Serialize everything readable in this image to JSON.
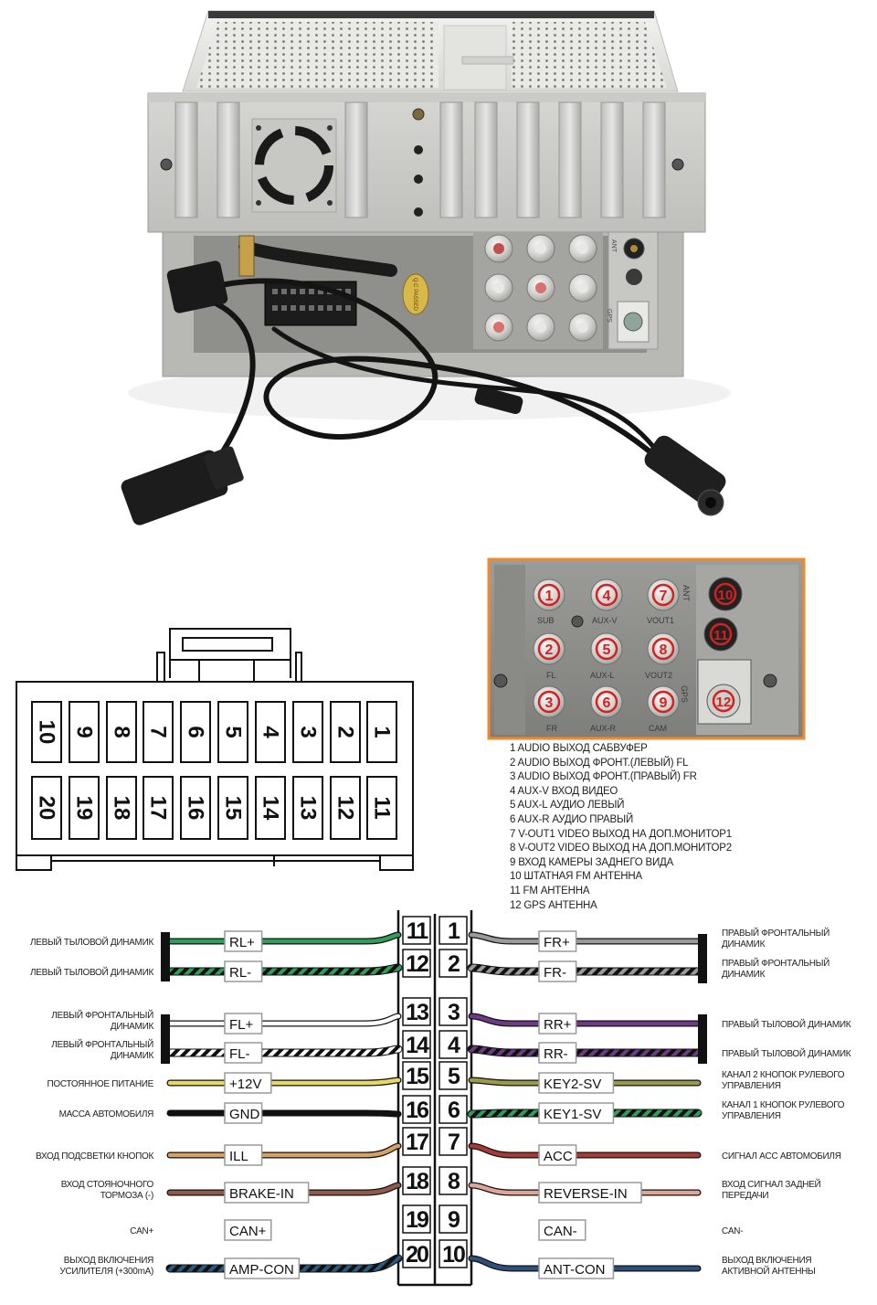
{
  "photo_labels": {
    "ant": "ANT",
    "gps": "GPS",
    "badge": "Q.C PASSED"
  },
  "panel_labels": {
    "ant": "ANT",
    "gps": "GPS",
    "sub": "SUB",
    "aux_v": "AUX-V",
    "vout1": "VOUT1",
    "aux_l": "AUX-L",
    "vout2": "VOUT2",
    "aux_r": "AUX-R",
    "cam": "CAM",
    "fl": "FL",
    "fr": "FR"
  },
  "panel_numbers": [
    "1",
    "2",
    "3",
    "4",
    "5",
    "6",
    "7",
    "8",
    "9",
    "10",
    "11",
    "12"
  ],
  "connector": {
    "top_row": [
      "10",
      "9",
      "8",
      "7",
      "6",
      "5",
      "4",
      "3",
      "2",
      "1"
    ],
    "bottom_row": [
      "20",
      "19",
      "18",
      "17",
      "16",
      "15",
      "14",
      "13",
      "12",
      "11"
    ]
  },
  "legend": [
    "1 AUDIO ВЫХОД САБВУФЕР",
    "2 AUDIO ВЫХОД ФРОНТ.(ЛЕВЫЙ) FL",
    "3 AUDIO ВЫХОД ФРОНТ.(ПРАВЫЙ) FR",
    "4 AUX-V ВХОД ВИДЕО",
    "5 AUX-L АУДИО ЛЕВЫЙ",
    "6 AUX-R АУДИО ПРАВЫЙ",
    "7 V-OUT1 VIDEO ВЫХОД НА ДОП.МОНИТОР1",
    "8 V-OUT2 VIDEO ВЫХОД НА ДОП.МОНИТОР2",
    "9 ВХОД КАМЕРЫ ЗАДНЕГО ВИДА",
    "10 ШТАТНАЯ FM АНТЕННА",
    "11 FM АНТЕННА",
    "12 GPS АНТЕННА"
  ],
  "colors": {
    "green": "#2f9e5a",
    "white": "#ffffff",
    "yellow": "#e7d766",
    "black": "#111111",
    "orange": "#d6a165",
    "brown": "#8e5a4e",
    "blue_black": "#2a5a82",
    "gray": "#9a9a9a",
    "purple": "#6d3a86",
    "olive": "#9a9a4a",
    "red": "#a63a35",
    "pink": "#dfa59a",
    "navy": "#2e4f7a",
    "photo_orange": "#f08a2c"
  },
  "wiring": {
    "left_pins": [
      "11",
      "12",
      "13",
      "14",
      "15",
      "16",
      "17",
      "18",
      "19",
      "20"
    ],
    "right_pins": [
      "1",
      "2",
      "3",
      "4",
      "5",
      "6",
      "7",
      "8",
      "9",
      "10"
    ],
    "left": [
      {
        "desc": [
          "ЛЕВЫЙ ТЫЛОВОЙ ДИНАМИК"
        ],
        "label": "RL+"
      },
      {
        "desc": [
          "ЛЕВЫЙ ТЫЛОВОЙ ДИНАМИК"
        ],
        "label": "RL-"
      },
      {
        "desc": [
          "ЛЕВЫЙ ФРОНТАЛЬНЫЙ",
          "ДИНАМИК"
        ],
        "label": "FL+"
      },
      {
        "desc": [
          "ЛЕВЫЙ ФРОНТАЛЬНЫЙ",
          "ДИНАМИК"
        ],
        "label": "FL-"
      },
      {
        "desc": [
          "ПОСТОЯННОЕ ПИТАНИЕ"
        ],
        "label": "+12V"
      },
      {
        "desc": [
          "МАССА АВТОМОБИЛЯ"
        ],
        "label": "GND"
      },
      {
        "desc": [
          "ВХОД ПОДСВЕТКИ КНОПОК"
        ],
        "label": "ILL"
      },
      {
        "desc": [
          "ВХОД СТОЯНОЧНОГО",
          "ТОРМОЗА (-)"
        ],
        "label": "BRAKE-IN"
      },
      {
        "desc": [
          "CAN+"
        ],
        "label": "CAN+"
      },
      {
        "desc": [
          "ВЫХОД ВКЛЮЧЕНИЯ",
          "УСИЛИТЕЛЯ (+300mA)"
        ],
        "label": "AMP-CON"
      }
    ],
    "right": [
      {
        "desc": [
          "ПРАВЫЙ ФРОНТАЛЬНЫЙ",
          "ДИНАМИК"
        ],
        "label": "FR+"
      },
      {
        "desc": [
          "ПРАВЫЙ ФРОНТАЛЬНЫЙ",
          "ДИНАМИК"
        ],
        "label": "FR-"
      },
      {
        "desc": [
          "ПРАВЫЙ ТЫЛОВОЙ ДИНАМИК"
        ],
        "label": "RR+"
      },
      {
        "desc": [
          "ПРАВЫЙ ТЫЛОВОЙ ДИНАМИК"
        ],
        "label": "RR-"
      },
      {
        "desc": [
          "КАНАЛ 2 КНОПОК РУЛЕВОГО",
          "УПРАВЛЕНИЯ"
        ],
        "label": "KEY2-SV"
      },
      {
        "desc": [
          "КАНАЛ 1 КНОПОК РУЛЕВОГО",
          "УПРАВЛЕНИЯ"
        ],
        "label": "KEY1-SV"
      },
      {
        "desc": [
          "СИГНАЛ ACC АВТОМОБИЛЯ"
        ],
        "label": "ACC"
      },
      {
        "desc": [
          "ВХОД СИГНАЛ ЗАДНЕЙ",
          "ПЕРЕДАЧИ"
        ],
        "label": "REVERSE-IN"
      },
      {
        "desc": [
          "CAN-"
        ],
        "label": "CAN-"
      },
      {
        "desc": [
          "ВЫХОД ВКЛЮЧЕНИЯ",
          "АКТИВНОЙ АНТЕННЫ"
        ],
        "label": "ANT-CON"
      }
    ]
  }
}
